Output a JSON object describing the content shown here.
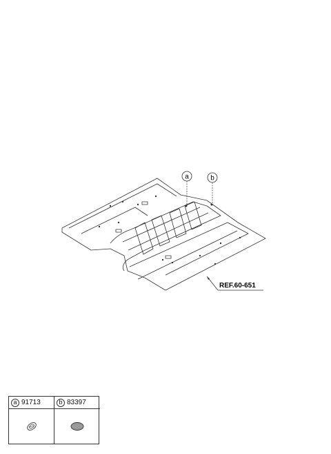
{
  "callouts": {
    "a": "a",
    "b": "b"
  },
  "reference_label": "REF.60-651",
  "parts_table": {
    "columns": [
      {
        "letter": "a",
        "part_number": "91713",
        "icon": "grommet-icon"
      },
      {
        "letter": "b",
        "part_number": "83397",
        "icon": "oval-plug-icon"
      }
    ]
  },
  "colors": {
    "line": "#333333",
    "plug_fill": "#9a9a9a"
  }
}
